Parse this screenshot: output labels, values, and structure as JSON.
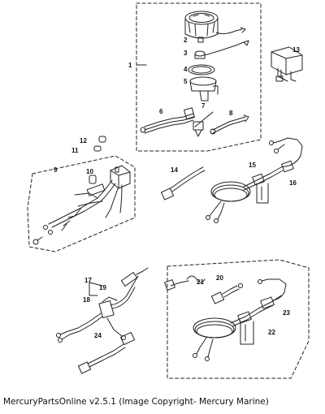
{
  "footer": {
    "text": "MercuryPartsOnline v2.5.1 (Image Copyright- Mercury Marine)"
  },
  "diagram": {
    "callouts": [
      "1",
      "2",
      "3",
      "4",
      "5",
      "6",
      "7",
      "8",
      "9",
      "10",
      "11",
      "12",
      "13",
      "14",
      "15",
      "16",
      "17",
      "18",
      "19",
      "20",
      "21",
      "22",
      "23",
      "24"
    ]
  }
}
